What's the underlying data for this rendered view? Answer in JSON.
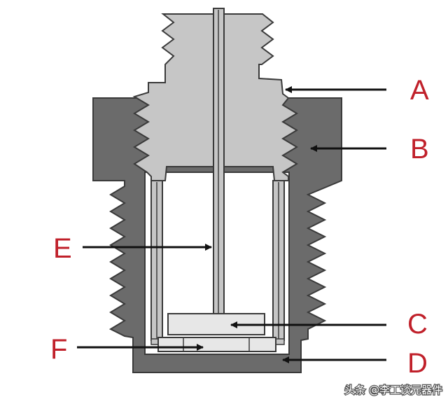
{
  "labels": {
    "a": "A",
    "b": "B",
    "c": "C",
    "d": "D",
    "e": "E",
    "f": "F"
  },
  "watermark": "头条 @李工谈元器件",
  "colors": {
    "housing": "#6b6b6b",
    "sensor_body": "#c6c6c6",
    "outline": "#3a3a3a",
    "label": "#c0202a",
    "arrow": "#111111"
  }
}
